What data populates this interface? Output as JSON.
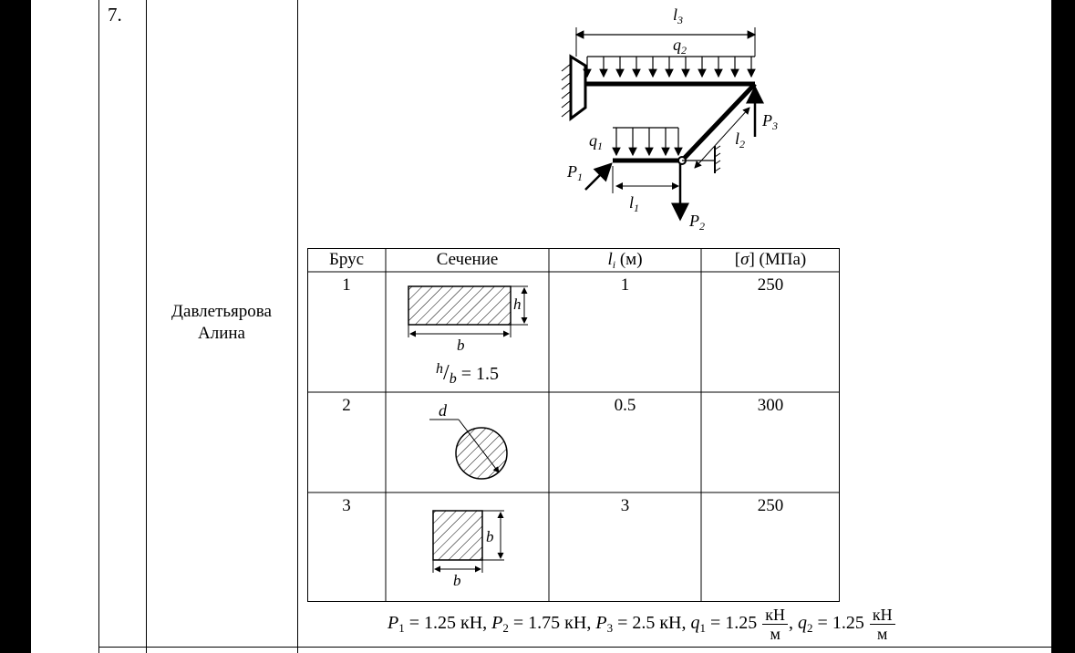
{
  "row": {
    "number": "7.",
    "student_line1": "Давлетьярова",
    "student_line2": "Алина"
  },
  "scheme_labels": {
    "l3": "l3",
    "q2": "q2",
    "p3": "P3",
    "q1": "q1",
    "l2": "l2",
    "p1": "P1",
    "l1": "l1",
    "p2": "P2"
  },
  "table": {
    "headers": [
      "Брус",
      "Сечение",
      "li (м)",
      "[σ] (МПа)"
    ],
    "rows": [
      {
        "bar": "1",
        "section": "rectangle",
        "length": "1",
        "stress": "250",
        "note": "h/b = 1.5",
        "dim_a": "h",
        "dim_b": "b"
      },
      {
        "bar": "2",
        "section": "circle",
        "length": "0.5",
        "stress": "300",
        "dim_a": "d"
      },
      {
        "bar": "3",
        "section": "square",
        "length": "3",
        "stress": "250",
        "dim_a": "b",
        "dim_b": "b"
      }
    ]
  },
  "loads": {
    "p1": "P1 = 1.25 кН,",
    "p2": "P2 = 1.75 кН,",
    "p3": "P3 = 2.5 кН,",
    "q1_value": "q1 = 1.25",
    "q2_value": "q2 = 1.25",
    "unit_num": "кН",
    "unit_den": "м"
  }
}
